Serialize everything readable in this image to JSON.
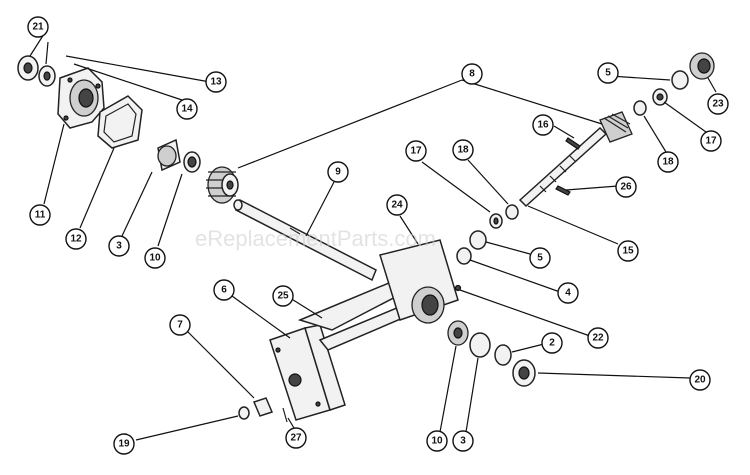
{
  "watermark": "eReplacementParts.com",
  "callouts": [
    "21",
    "13",
    "14",
    "11",
    "12",
    "3",
    "10",
    "8",
    "9",
    "24",
    "17",
    "18",
    "16",
    "5",
    "23",
    "17",
    "18",
    "26",
    "15",
    "5",
    "4",
    "22",
    "6",
    "25",
    "7",
    "2",
    "20",
    "10",
    "3",
    "19",
    "27"
  ]
}
